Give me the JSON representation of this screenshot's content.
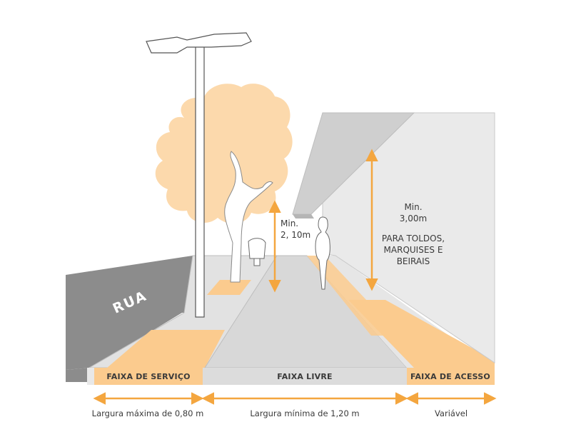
{
  "street_label": "RUA",
  "bands": [
    {
      "label": "FAIXA DE SERVIÇO",
      "dimension": "Largura máxima de 0,80 m"
    },
    {
      "label": "FAIXA LIVRE",
      "dimension": "Largura mínima de 1,20 m"
    },
    {
      "label": "FAIXA DE ACESSO",
      "dimension": "Variável"
    }
  ],
  "clearance_min": {
    "line1": "Min.",
    "line2": "2, 10m"
  },
  "awning_note": {
    "line1": "Min.",
    "line2": "3,00m",
    "line3": "PARA TOLDOS,",
    "line4": "MARQUISES E",
    "line5": "BEIRAIS"
  },
  "colors": {
    "accent": "#F4A63F",
    "band_fill": "#FBCB8E",
    "tree": "#FCD9AC",
    "street": "#8C8C8C",
    "walk": "#D8D8D8",
    "wall": "#EAEAEA"
  }
}
